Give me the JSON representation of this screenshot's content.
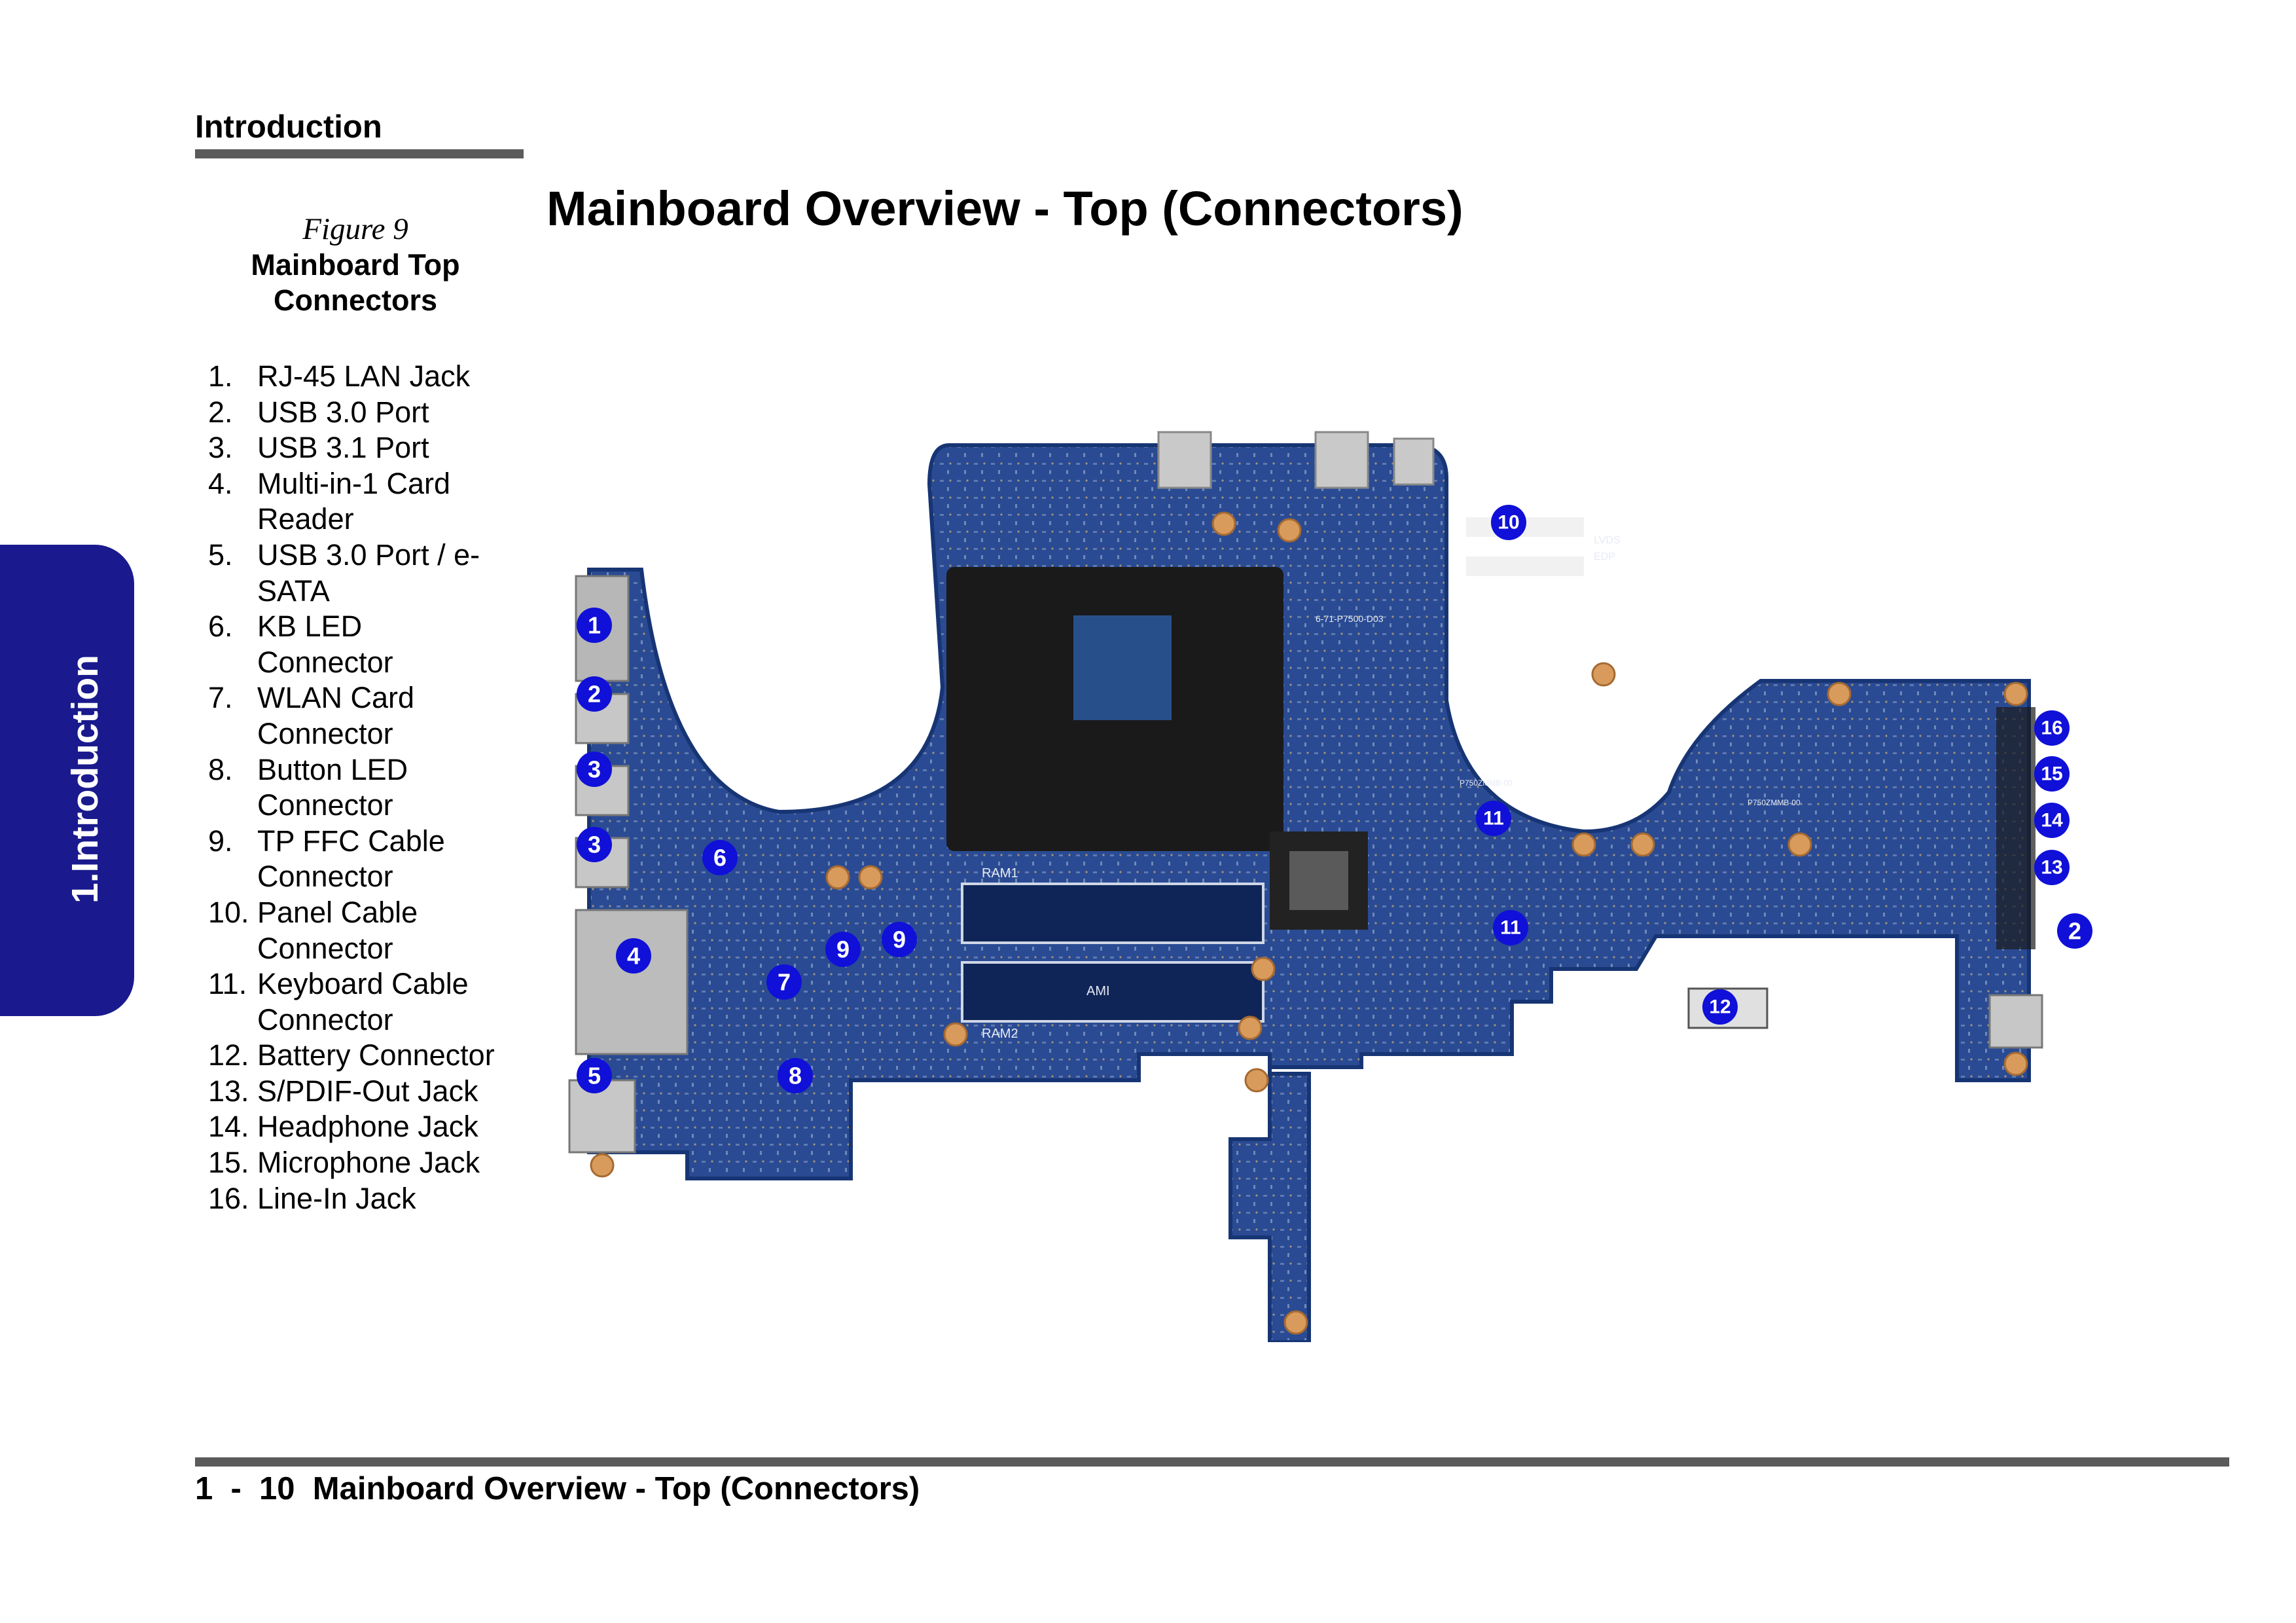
{
  "header": {
    "section": "Introduction"
  },
  "side_tab": {
    "label": "1.Introduction"
  },
  "title": "Mainboard Overview - Top (Connectors)",
  "figure": {
    "number": "Figure 9",
    "title_line1": "Mainboard Top",
    "title_line2": "Connectors"
  },
  "legend": [
    {
      "num": "1.",
      "text": "RJ-45 LAN Jack"
    },
    {
      "num": "2.",
      "text": "USB 3.0 Port"
    },
    {
      "num": "3.",
      "text": "USB 3.1 Port"
    },
    {
      "num": "4.",
      "text": "Multi-in-1 Card Reader"
    },
    {
      "num": "5.",
      "text": "USB 3.0 Port / e-SATA"
    },
    {
      "num": "6.",
      "text": "KB LED Connector"
    },
    {
      "num": "7.",
      "text": "WLAN Card Connector"
    },
    {
      "num": "8.",
      "text": "Button LED Connector"
    },
    {
      "num": "9.",
      "text": "TP FFC Cable Connector"
    },
    {
      "num": "10.",
      "text": "Panel Cable Connector"
    },
    {
      "num": "11.",
      "text": "Keyboard Cable Connector"
    },
    {
      "num": "12.",
      "text": "Battery Connector"
    },
    {
      "num": "13.",
      "text": "S/PDIF-Out Jack"
    },
    {
      "num": "14.",
      "text": "Headphone Jack"
    },
    {
      "num": "15.",
      "text": "Microphone Jack"
    },
    {
      "num": "16.",
      "text": "Line-In Jack"
    }
  ],
  "board": {
    "labels": [
      "1",
      "2",
      "3",
      "3",
      "4",
      "5",
      "6",
      "7",
      "8",
      "9",
      "9",
      "10",
      "11",
      "11",
      "12",
      "13",
      "14",
      "15",
      "16",
      "2"
    ],
    "silkscreen": {
      "ram1": "RAM1",
      "ram2": "RAM2",
      "lvds": "LVDS",
      "edp": "EDP",
      "partno": "6-71-P7500-D03",
      "conn1": "P750ZMMB-00",
      "conn2": "P750ZMMB-00",
      "bios": "AMI"
    }
  },
  "colors": {
    "accent": "#1a1a8e",
    "rule": "#5b5b5b",
    "board": "#1f3f86",
    "callout": "#1010d8"
  },
  "footer": {
    "page": "1  -  10",
    "title": "Mainboard Overview - Top (Connectors)"
  }
}
